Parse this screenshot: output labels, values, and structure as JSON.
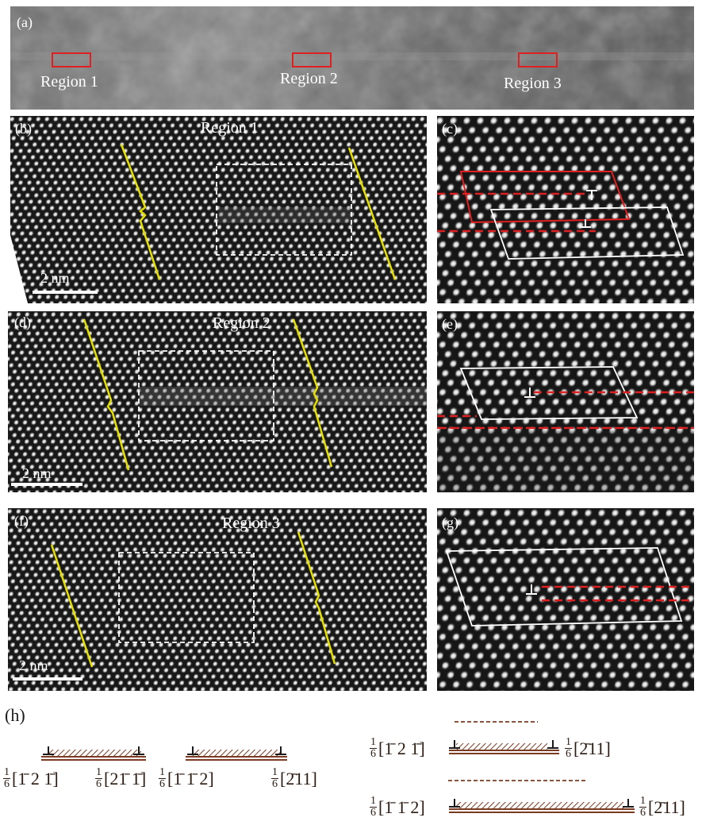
{
  "panels": {
    "a": {
      "label": "(a)",
      "regions": [
        "Region 1",
        "Region 2",
        "Region 3"
      ]
    },
    "b": {
      "label": "(b)",
      "title": "Region 1",
      "scale": "2 nm"
    },
    "c": {
      "label": "(c)"
    },
    "d": {
      "label": "(d)",
      "title": "Region 2",
      "scale": "2 nm"
    },
    "e": {
      "label": "(e)"
    },
    "f": {
      "label": "(f)",
      "title": "Region 3",
      "scale": "2 nm"
    },
    "g": {
      "label": "(g)"
    },
    "h": {
      "label": "(h)"
    }
  },
  "schematic": {
    "frac_num": "1",
    "frac_den": "6",
    "dislocation_symbol": "⊥",
    "left_pair_1": [
      "[1̄ 2 1̄]",
      "[21̄ 1̄]"
    ],
    "left_pair_2": [
      "[1̄ 1̄ 2]",
      "[2̄11]"
    ],
    "right_top": [
      "[1̄ 2 1̄]",
      "[2̄11]"
    ],
    "right_bottom": [
      "[1̄ 1̄ 2]",
      "[2̄11]"
    ]
  },
  "colors": {
    "region_box": "#e02020",
    "trace_line": "#e6e000",
    "dashed_red": "#e02020",
    "arrow_white": "#ffffff",
    "schematic_brown": "#7a3b22"
  }
}
